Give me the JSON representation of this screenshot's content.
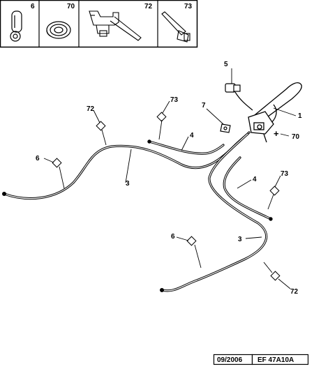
{
  "header_parts": [
    {
      "ref": "6",
      "icon": "cable-clip-icon"
    },
    {
      "ref": "70",
      "icon": "grommet-ring-icon"
    },
    {
      "ref": "72",
      "icon": "cable-bracket-icon"
    },
    {
      "ref": "73",
      "icon": "cable-tie-icon"
    }
  ],
  "callouts": {
    "lever": "1",
    "cable_rear_right": "3",
    "cable_rear_left": "3",
    "cable_primary_upper": "4",
    "cable_primary_lower": "4",
    "switch": "5",
    "clip_left": "6",
    "clip_lower": "6",
    "bracket_nut": "7",
    "grommet": "70",
    "bracket_upper": "72",
    "bracket_lower": "72",
    "tie_upper": "73",
    "tie_lower": "73"
  },
  "plus_mark": "+",
  "footer": {
    "date": "09/2006",
    "code": "EF 47A10A"
  }
}
